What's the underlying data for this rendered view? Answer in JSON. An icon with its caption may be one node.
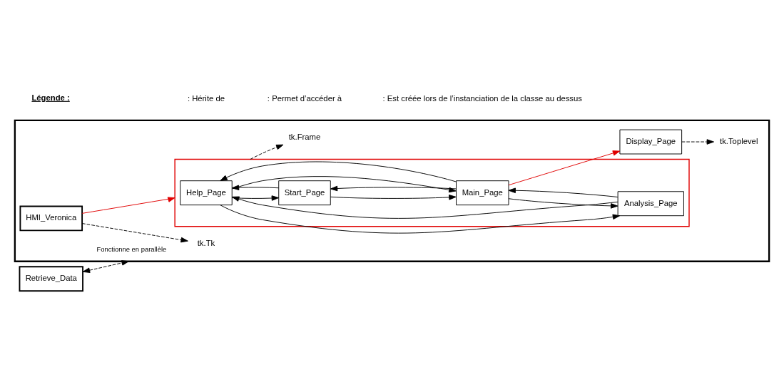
{
  "diagram": {
    "nodes": [
      {
        "text": [],
        "shape": "box"
      },
      {
        "text": [
          "tk.Tk"
        ],
        "in": 0
      },
      {
        "text": [
          "HMI_Veronica"
        ],
        "in": 0
      },
      {
        "text": [
          "tk.Frame"
        ],
        "in": 0
      },
      {
        "text": [],
        "shape": "box",
        "in": 0
      },
      {
        "text": [
          "Help_Page"
        ],
        "in": 4
      },
      {
        "text": [
          "Start_Page"
        ],
        "in": 4
      },
      {
        "text": [
          "Main_Page"
        ],
        "in": 4
      },
      {
        "text": [
          "Analysis_Page"
        ],
        "in": 4
      },
      {
        "text": [
          "tk.Toplevel"
        ],
        "in": 0
      },
      {
        "text": [
          "Display_Page"
        ],
        "in": 0
      },
      {
        "text": [
          "Retrieve_Data"
        ]
      }
    ],
    "edges": [
      {
        "from": 2,
        "to": 1,
        "arrow": "to",
        "style": "dashed"
      },
      {
        "from": 2,
        "to": 4,
        "arrow": "to",
        "color": "#e00000"
      },
      {
        "from": 4,
        "to": 3,
        "arrow": "to",
        "style": "dashed"
      },
      {
        "from": 6,
        "to": 5,
        "arrow": "to"
      },
      {
        "from": 5,
        "to": 6,
        "arrow": "to"
      },
      {
        "from": 7,
        "to": 6,
        "arrow": "to"
      },
      {
        "from": 6,
        "to": 7,
        "arrow": "to"
      },
      {
        "from": 8,
        "to": 7,
        "arrow": "to"
      },
      {
        "from": 7,
        "to": 8,
        "arrow": "to"
      },
      {
        "from": 7,
        "to": 5,
        "arrow": "to"
      },
      {
        "from": 8,
        "to": 5,
        "arrow": "to"
      },
      {
        "from": 5,
        "to": 7,
        "arrow": "to"
      },
      {
        "from": 5,
        "to": 8,
        "arrow": "to"
      },
      {
        "from": 7,
        "to": 10,
        "arrow": "to",
        "color": "#e00000"
      },
      {
        "from": 10,
        "to": 9,
        "arrow": "to",
        "style": "dashed"
      },
      {
        "from": 11,
        "to": 0,
        "arrow": "both",
        "style": "dashed",
        "label": "Fonctionne en parallèle"
      }
    ],
    "labels": [
      "Légende :"
    ],
    "legend": [
      {
        "text": ": Hérite de"
      },
      {
        "text": ": Permet d’accéder à"
      },
      {
        "text": ": Est créée lors de l’instanciation de la classe au dessus"
      }
    ]
  }
}
